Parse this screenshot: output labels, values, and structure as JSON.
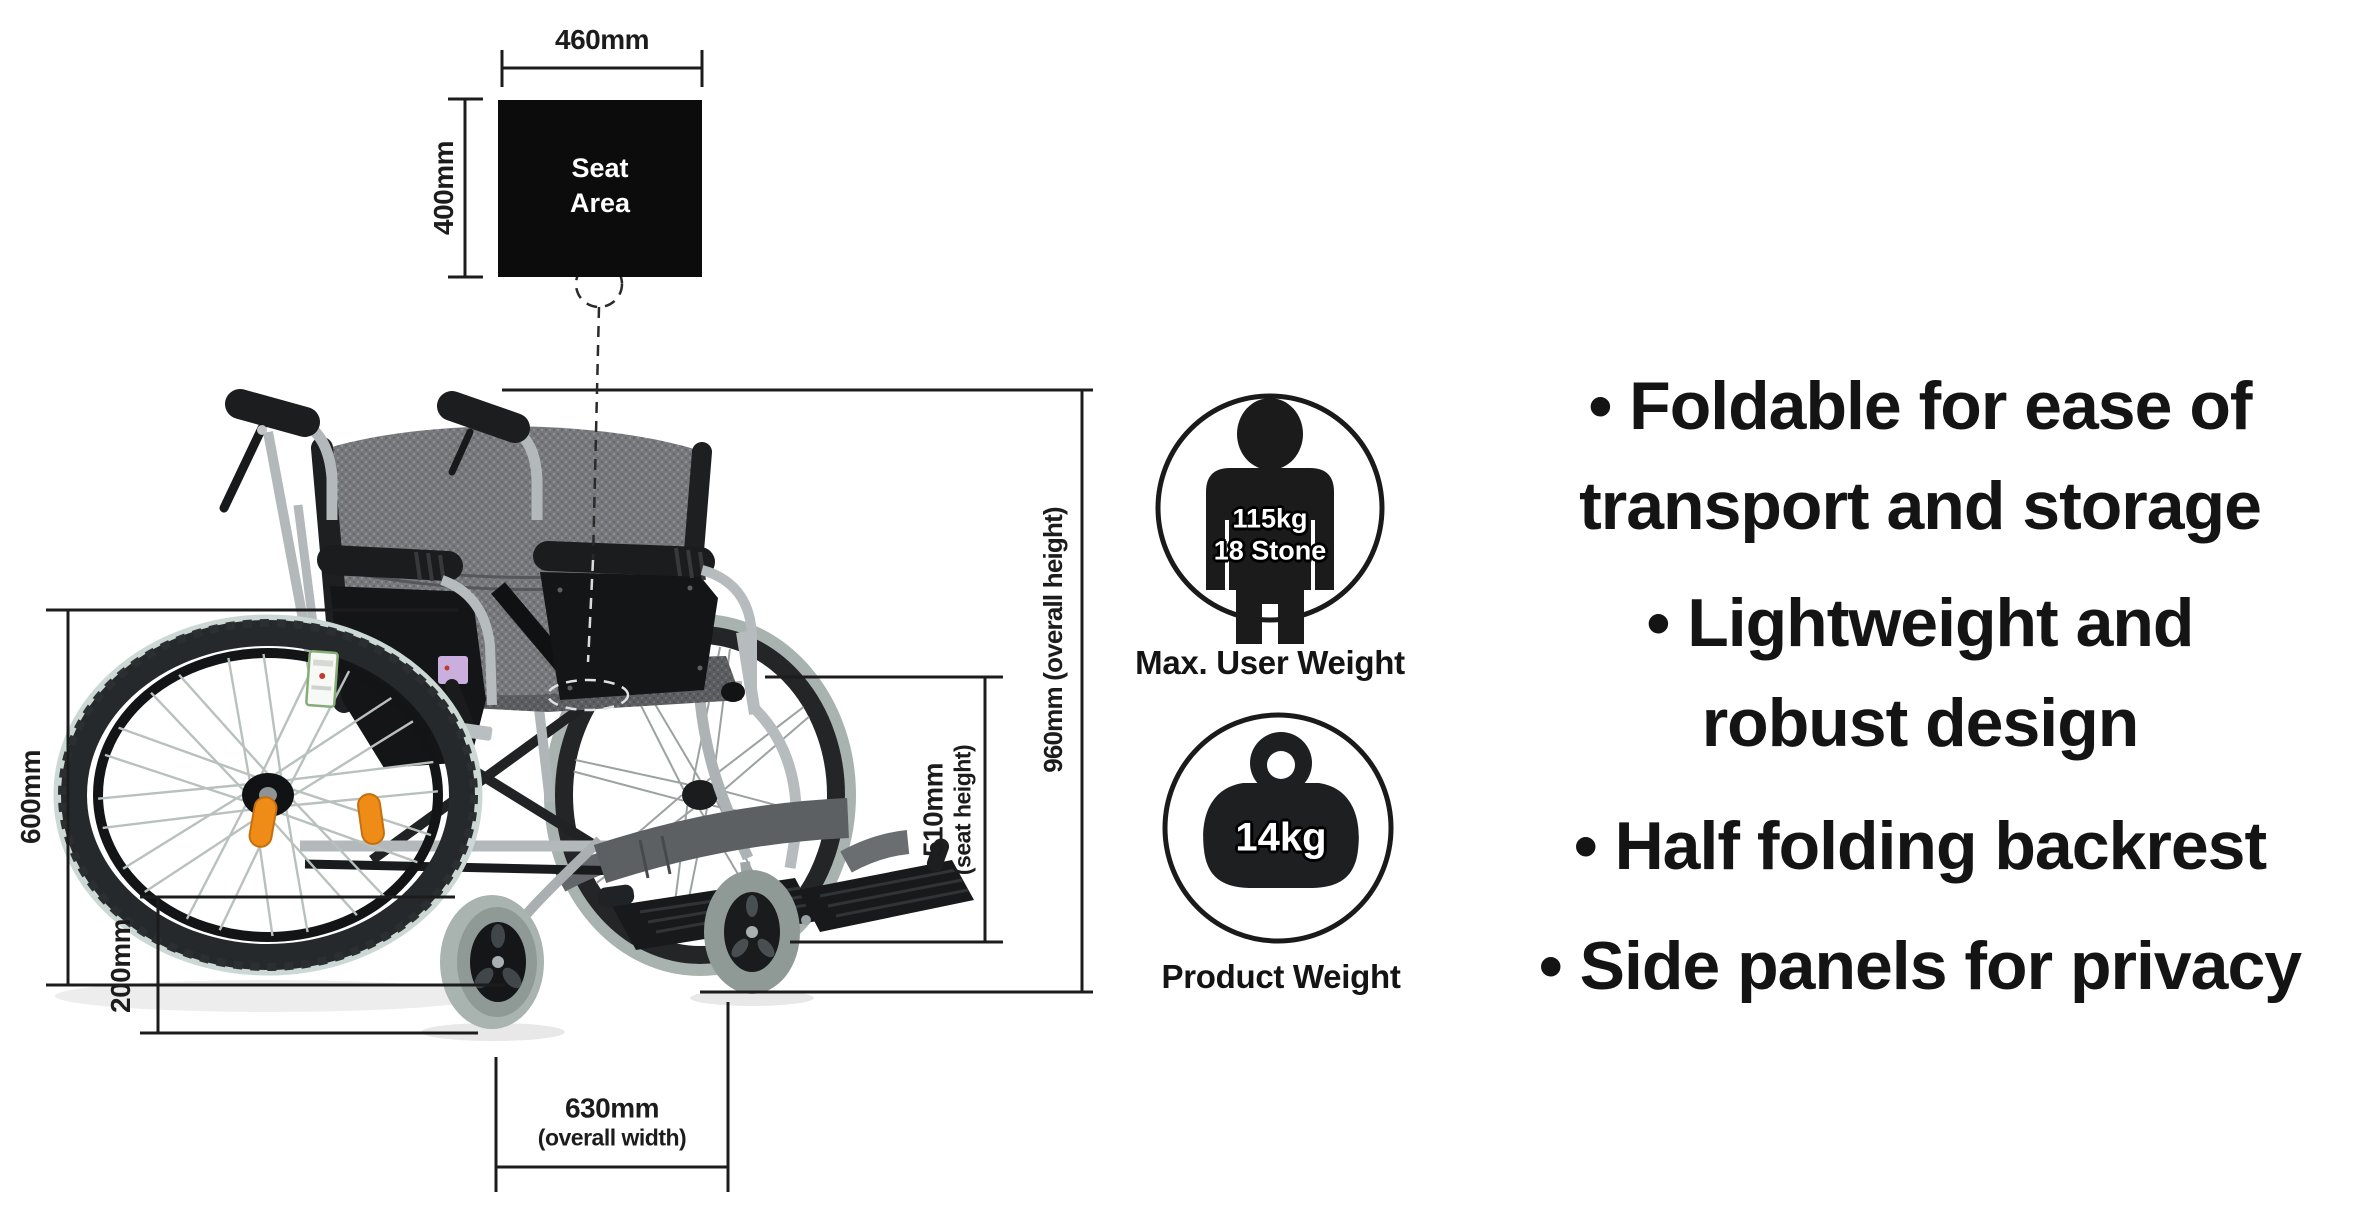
{
  "seat_diagram": {
    "label": "Seat Area",
    "width_label": "460mm",
    "height_label": "400mm"
  },
  "dimensions": {
    "rear_wheel_diameter": "600mm",
    "caster_diameter": "200mm",
    "overall_width_value": "630mm",
    "overall_width_caption": "(overall width)",
    "seat_height_value": "510mm",
    "seat_height_caption": "(seat height)",
    "overall_height": "960mm (overall height)"
  },
  "badges": {
    "max_user_weight": {
      "value_kg": "115kg",
      "value_stone": "18 Stone",
      "label": "Max. User Weight"
    },
    "product_weight": {
      "value": "14kg",
      "label": "Product Weight"
    }
  },
  "features": [
    {
      "lines": [
        "• Foldable for ease of",
        "transport and storage"
      ]
    },
    {
      "lines": [
        "• Lightweight and",
        "robust design"
      ]
    },
    {
      "lines": [
        "• Half folding backrest"
      ]
    },
    {
      "lines": [
        "• Side panels for privacy"
      ]
    }
  ],
  "colors": {
    "ink": "#1c1c1c",
    "orange": "#ef8c17",
    "tire": "#cbd8d3",
    "fabric": "#77797b",
    "silver": "#b6bcbe",
    "lavender": "#c9aede"
  }
}
